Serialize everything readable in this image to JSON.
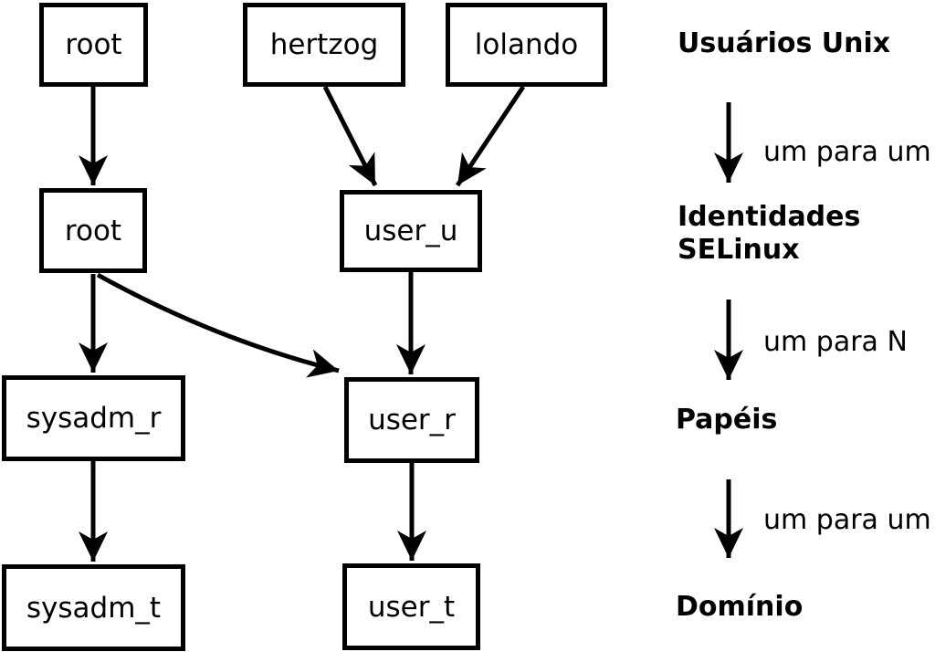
{
  "nodes": {
    "unix_root": "root",
    "unix_hertzog": "hertzog",
    "unix_lolando": "lolando",
    "selinux_root": "root",
    "selinux_user_u": "user_u",
    "role_sysadm_r": "sysadm_r",
    "role_user_r": "user_r",
    "domain_sysadm_t": "sysadm_t",
    "domain_user_t": "user_t"
  },
  "legend": {
    "unix_users": "Usuários Unix",
    "rel_unix_to_identity": "um para um",
    "identities_line1": "Identidades",
    "identities_line2": "SELinux",
    "rel_identity_to_roles": "um para N",
    "roles": "Papéis",
    "rel_roles_to_domain": "um para um",
    "domain": "Domínio"
  },
  "colors": {
    "foreground": "#000000",
    "background": "#ffffff"
  }
}
